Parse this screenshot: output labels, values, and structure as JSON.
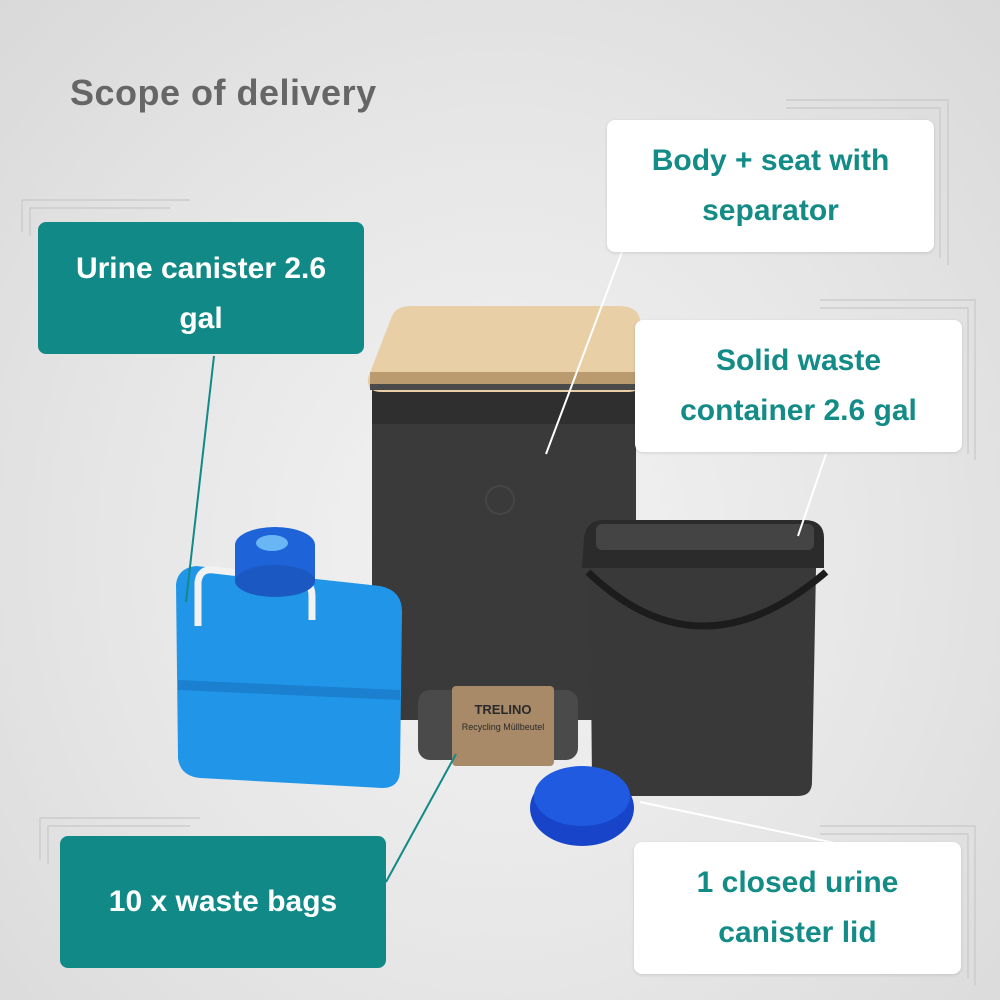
{
  "heading": "Scope of delivery",
  "labels": {
    "urine_canister": "Urine canister  2.6 gal",
    "body_seat": "Body + seat with separator",
    "solid_waste": "Solid waste container 2.6 gal",
    "waste_bags": "10 x waste bags",
    "closed_lid": "1 closed urine canister lid"
  },
  "bag_roll": {
    "brand": "TRELINO",
    "subtitle": "Recycling Müllbeutel"
  },
  "colors": {
    "teal": "#118a87",
    "teal_text": "#138b87",
    "heading_gray": "#666666",
    "canister_blue": "#2196e8",
    "cap_blue": "#1f63d8",
    "lid_blue": "#1744c9",
    "body_dark": "#3a3a3a",
    "seat_wood": "#e8cfa6"
  }
}
